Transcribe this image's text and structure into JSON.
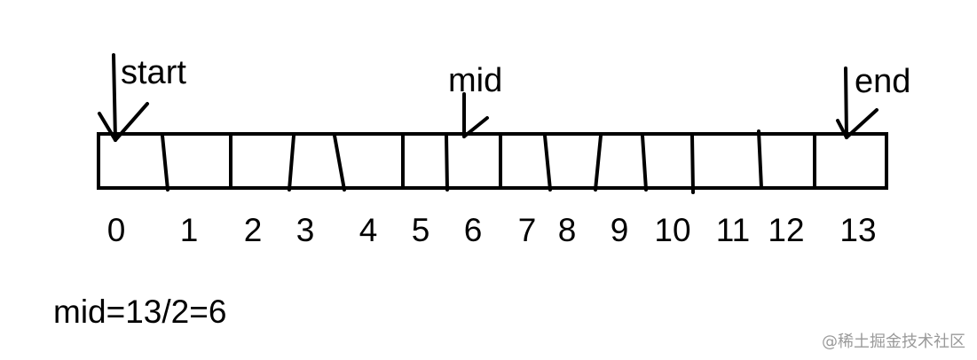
{
  "pointers": {
    "start": "start",
    "mid": "mid",
    "end": "end"
  },
  "indices": [
    "0",
    "1",
    "2",
    "3",
    "4",
    "5",
    "6",
    "7",
    "8",
    "9",
    "10",
    "11",
    "12",
    "13"
  ],
  "formula": "mid=13/2=6",
  "watermark": "@稀土掘金技术社区",
  "colors": {
    "ink": "#000000",
    "watermark": "#9a9a9a",
    "background": "#ffffff"
  }
}
